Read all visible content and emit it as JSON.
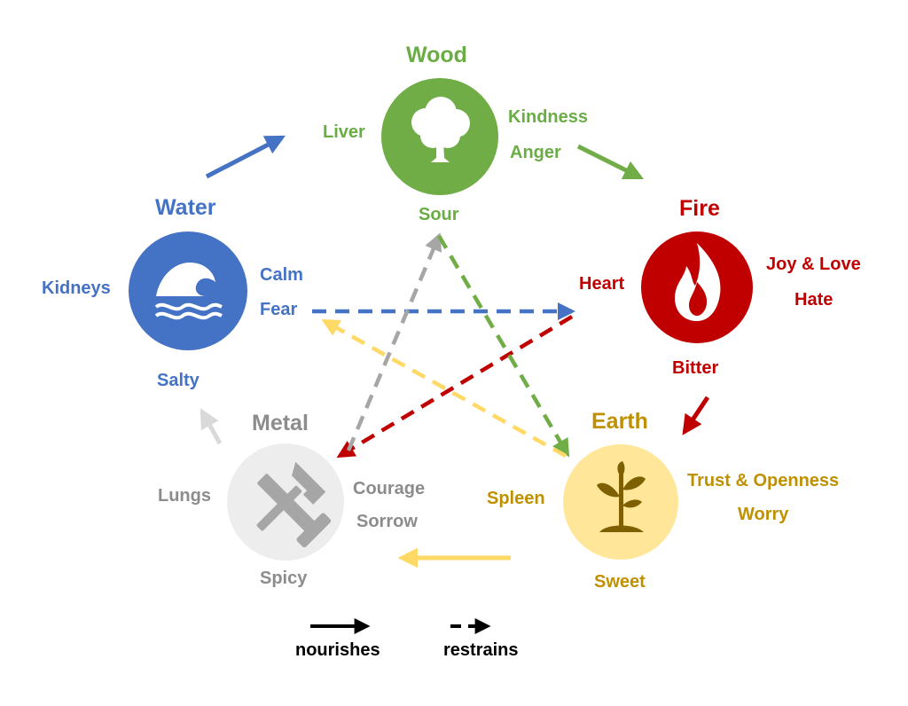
{
  "colors": {
    "wood": "#70ad47",
    "fire": "#c00000",
    "earth": "#ffe699",
    "earth_text": "#bf9000",
    "metal": "#ededed",
    "metal_text": "#8c8c8c",
    "water": "#4472c4",
    "arrow_metal": "#a6a6a6",
    "arrow_metal_light": "#d9d9d9",
    "arrow_earth": "#ffd966"
  },
  "elements": {
    "wood": {
      "name": "Wood",
      "organ": "Liver",
      "emotion_pos": "Kindness",
      "emotion_neg": "Anger",
      "taste": "Sour",
      "icon": "tree-icon"
    },
    "fire": {
      "name": "Fire",
      "organ": "Heart",
      "emotion_pos": "Joy & Love",
      "emotion_neg": "Hate",
      "taste": "Bitter",
      "icon": "flame-icon"
    },
    "earth": {
      "name": "Earth",
      "organ": "Spleen",
      "emotion_pos": "Trust & Openness",
      "emotion_neg": "Worry",
      "taste": "Sweet",
      "icon": "sprout-icon"
    },
    "metal": {
      "name": "Metal",
      "organ": "Lungs",
      "emotion_pos": "Courage",
      "emotion_neg": "Sorrow",
      "taste": "Spicy",
      "icon": "hammer-saw-icon"
    },
    "water": {
      "name": "Water",
      "organ": "Kidneys",
      "emotion_pos": "Calm",
      "emotion_neg": "Fear",
      "taste": "Salty",
      "icon": "wave-icon"
    }
  },
  "legend": {
    "nourishes": "nourishes",
    "restrains": "restrains"
  }
}
